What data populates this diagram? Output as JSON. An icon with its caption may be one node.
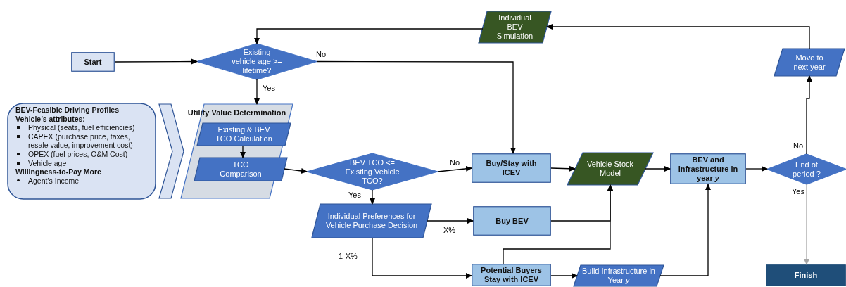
{
  "diagram": {
    "nodes": [
      {
        "text": [
          "Start"
        ]
      },
      {
        "text": [
          "Existing vehicle age >= lifetime?"
        ]
      },
      {
        "text": [
          "BEV-Feasible Driving Profiles",
          "Vehicle’s attributes:",
          "Physical (seats, fuel efficiencies)",
          "CAPEX (purchase price, taxes, resale value, improvement cost)",
          "OPEX (fuel prices, O&M Cost)",
          "Vehicle age",
          "Willingness-to-Pay More",
          "Agent’s Income"
        ]
      },
      {
        "text": [
          "Utility Value Determination"
        ]
      },
      {
        "text": [
          "Existing & BEV TCO Calculation"
        ],
        "in": 3
      },
      {
        "text": [
          "TCO Comparison"
        ],
        "in": 3
      },
      {
        "text": [
          "BEV TCO <= Existing Vehicle TCO?"
        ]
      },
      {
        "text": [
          "Buy/Stay with ICEV"
        ]
      },
      {
        "text": [
          "Vehicle Stock Model"
        ]
      },
      {
        "text": [
          "BEV and Infrastructure in year *y*"
        ]
      },
      {
        "text": [
          "End of period ?"
        ]
      },
      {
        "text": [
          "Finish"
        ]
      },
      {
        "text": [
          "Move to next year"
        ]
      },
      {
        "text": [
          "Individual BEV Simulation"
        ]
      },
      {
        "text": [
          "Individual Preferences for Vehicle Purchase Decision"
        ]
      },
      {
        "text": [
          "Buy BEV"
        ]
      },
      {
        "text": [
          "Potential Buyers Stay with ICEV"
        ]
      },
      {
        "text": [
          "Build Infrastructure in Year *y*"
        ]
      }
    ],
    "edges": [
      {
        "from": 2,
        "to": 3,
        "arrow": "to"
      },
      {
        "from": 0,
        "to": 1,
        "arrow": "to"
      },
      {
        "from": 1,
        "to": 7,
        "arrow": "to",
        "label": "No"
      },
      {
        "from": 1,
        "to": 3,
        "arrow": "to",
        "label": "Yes"
      },
      {
        "from": 4,
        "to": 5,
        "arrow": "to"
      },
      {
        "from": 5,
        "to": 6,
        "arrow": "to"
      },
      {
        "from": 6,
        "to": 7,
        "arrow": "to",
        "label": "No"
      },
      {
        "from": 6,
        "to": 14,
        "arrow": "to",
        "label": "Yes"
      },
      {
        "from": 14,
        "to": 15,
        "arrow": "to",
        "label": "X%"
      },
      {
        "from": 14,
        "to": 16,
        "arrow": "to",
        "label": "1-X%"
      },
      {
        "from": 7,
        "to": 8,
        "arrow": "to"
      },
      {
        "from": 15,
        "to": 8,
        "arrow": "to"
      },
      {
        "from": 16,
        "to": 8,
        "arrow": "to"
      },
      {
        "from": 16,
        "to": 17,
        "arrow": "to"
      },
      {
        "from": 17,
        "to": 9,
        "arrow": "to"
      },
      {
        "from": 8,
        "to": 9,
        "arrow": "to"
      },
      {
        "from": 9,
        "to": 10,
        "arrow": "to"
      },
      {
        "from": 10,
        "to": 11,
        "arrow": "to",
        "label": "Yes",
        "color": "#a6a6a6"
      },
      {
        "from": 10,
        "to": 12,
        "arrow": "to",
        "label": "No"
      },
      {
        "from": 12,
        "to": 13,
        "arrow": "to"
      },
      {
        "from": 13,
        "to": 1,
        "arrow": "to"
      }
    ]
  }
}
